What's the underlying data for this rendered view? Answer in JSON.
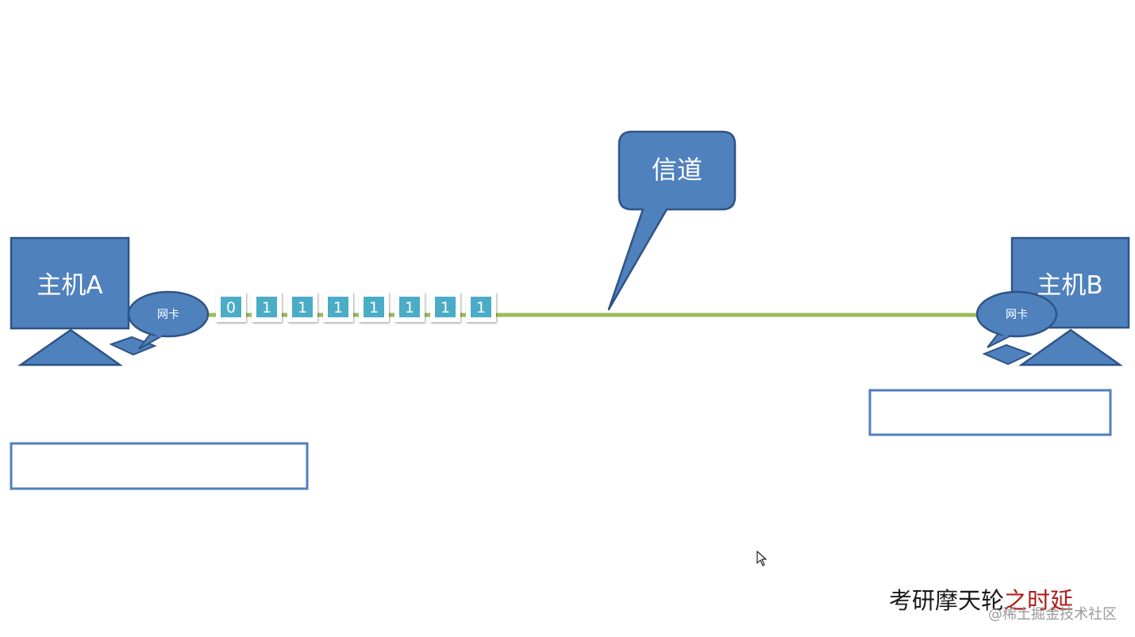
{
  "hosts": {
    "a": {
      "label": "主机A",
      "nic_label": "网卡"
    },
    "b": {
      "label": "主机B",
      "nic_label": "网卡"
    }
  },
  "channel": {
    "label": "信道"
  },
  "bits": [
    "0",
    "1",
    "1",
    "1",
    "1",
    "1",
    "1",
    "1"
  ],
  "footer": {
    "title_main": "考研摩天轮",
    "title_accent": "之时延",
    "watermark": "@稀土掘金技术社区"
  },
  "colors": {
    "host_fill": "#4f81bd",
    "host_stroke": "#2f5486",
    "bit_fill": "#4bacc6",
    "channel_line": "#9bbb59",
    "box_stroke": "#4f7fbf",
    "accent_text": "#b01c1c"
  },
  "icons": {
    "cursor": "arrow-cursor-icon"
  }
}
